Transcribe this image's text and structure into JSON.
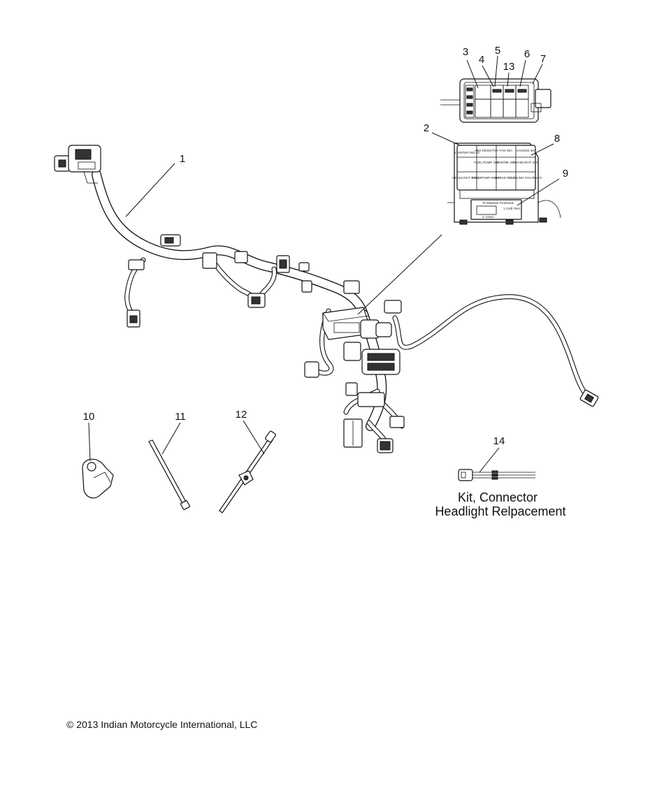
{
  "callouts": {
    "c1": "1",
    "c2": "2",
    "c3": "3",
    "c4": "4",
    "c5": "5",
    "c6": "6",
    "c7": "7",
    "c8": "8",
    "c9": "9",
    "c10": "10",
    "c11": "11",
    "c12": "12",
    "c13": "13",
    "c14": "14"
  },
  "kit": {
    "line1": "Kit, Connector",
    "line2": "Headlight Relpacement"
  },
  "copyright": {
    "symbol": "©",
    "text": " 2013 Indian Motorcycle International, LLC"
  },
  "relay_box": {
    "r1c1": "STARTER RELAY",
    "r1c2": "ABS RESISTOR",
    "r1c3": "FAN 30A",
    "r1c4": "CHASSIS 30A",
    "r2c2": "FUEL PUMP 15A",
    "r2c3": "ENGINE 20A",
    "r2c4": "HEADLIGHT 15A",
    "r3c1": "HEADLIGHT RELAY",
    "r3c2": "FUEL PUMP RELAY",
    "r3c3": "BRAKE RELAY",
    "r3c4": "COOLING FAN RELAY",
    "label_title": "To Maintain Protection",
    "label_side": "1 Calif. Res.",
    "label_foot": "2. Used"
  }
}
